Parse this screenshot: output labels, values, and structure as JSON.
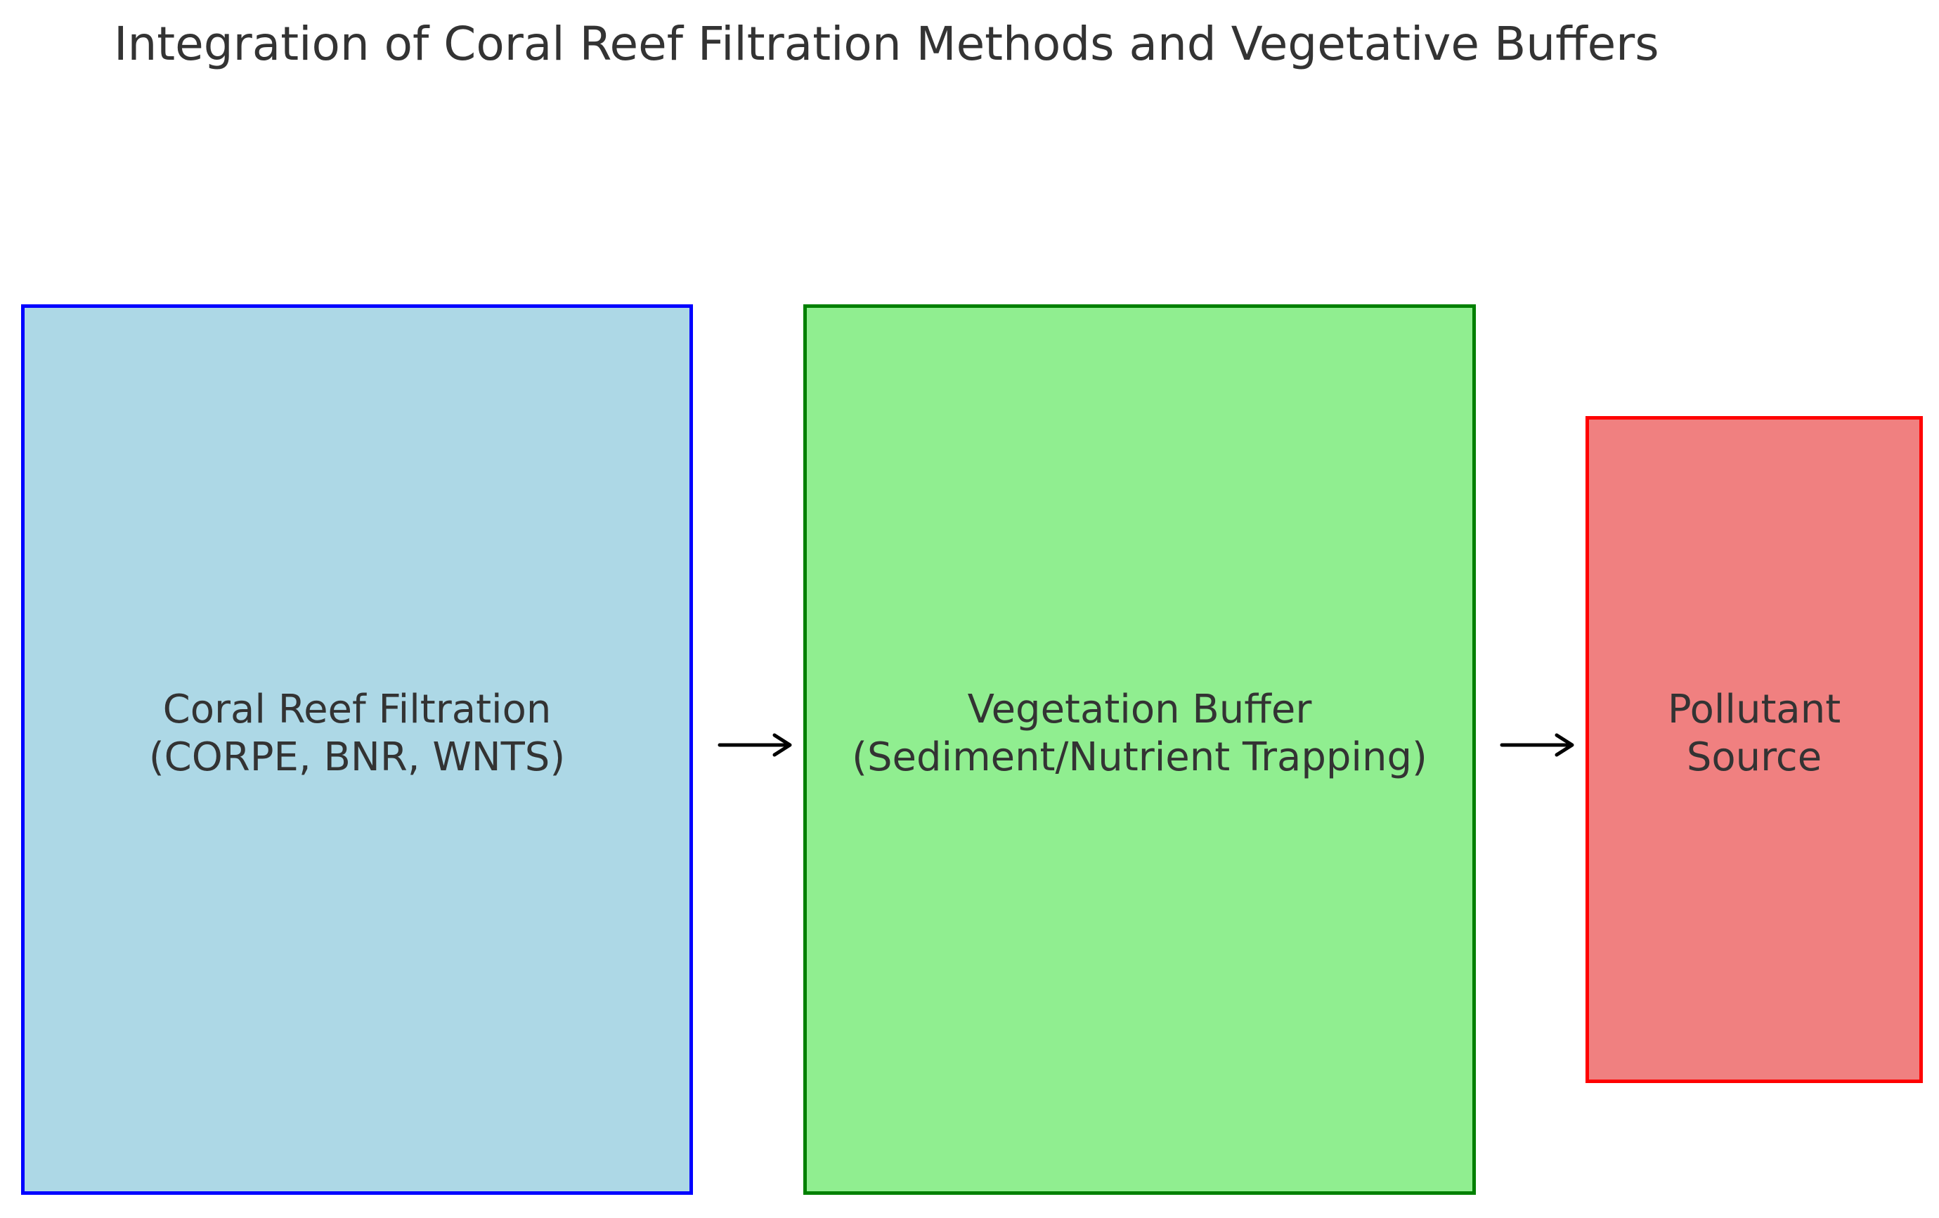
{
  "title": "Integration of Coral Reef Filtration Methods and Vegetative Buffers",
  "boxes": [
    {
      "id": "coral-reef-filtration",
      "lines": [
        "Coral Reef Filtration",
        "(CORPE, BNR, WNTS)"
      ],
      "fill": "#add8e6",
      "border": "#0000ff"
    },
    {
      "id": "vegetation-buffer",
      "lines": [
        "Vegetation Buffer",
        "(Sediment/Nutrient Trapping)"
      ],
      "fill": "#90ee90",
      "border": "#008000"
    },
    {
      "id": "pollutant-source",
      "lines": [
        "Pollutant",
        "Source"
      ],
      "fill": "#f08080",
      "border": "#ff0000"
    }
  ],
  "arrow_color": "#000000"
}
